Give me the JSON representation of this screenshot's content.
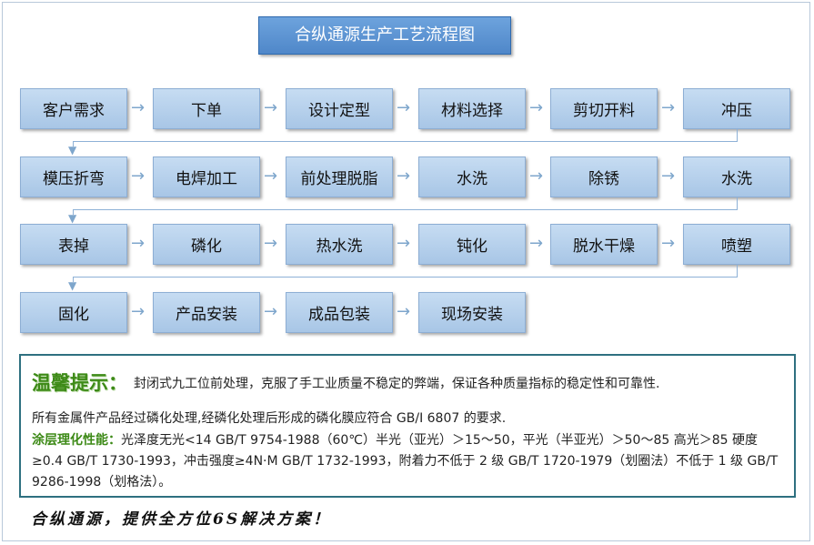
{
  "title": "合纵通源生产工艺流程图",
  "steps": [
    "客户需求",
    "下单",
    "设计定型",
    "材料选择",
    "剪切开料",
    "冲压",
    "模压折弯",
    "电焊加工",
    "前处理脱脂",
    "水洗",
    "除锈",
    "水洗",
    "表掉",
    "磷化",
    "热水洗",
    "钝化",
    "脱水干燥",
    "喷塑",
    "固化",
    "产品安装",
    "成品包装",
    "现场安装"
  ],
  "notice": {
    "tip_label": "温馨提示：",
    "tip_text": "封闭式九工位前处理，克服了手工业质量不稳定的弊端，保证各种质量指标的稳定性和可靠性.",
    "line2": "所有金属件产品经过磷化处理,经磷化处理后形成的磷化膜应符合 GB/I 6807 的要求.",
    "coating_label": "涂层理化性能：",
    "coating_text": "光泽度无光<14 GB/T 9754-1988（60℃）半光（亚光）＞15～50，平光（半亚光）＞50～85 高光＞85 硬度≥0.4 GB/T 1730-1993，冲击强度≥4N·M GB/T 1732-1993，附着力不低于 2 级 GB/T 1720-1979（划圈法）不低于 1 级 GB/T 9286-1998（划格法）。"
  },
  "slogan": "合纵通源，提供全方位6S解决方案！",
  "colors": {
    "box": "#b4cfeb",
    "title": "#5b93d3",
    "tip": "#3d8a17",
    "border": "#2e7080"
  }
}
